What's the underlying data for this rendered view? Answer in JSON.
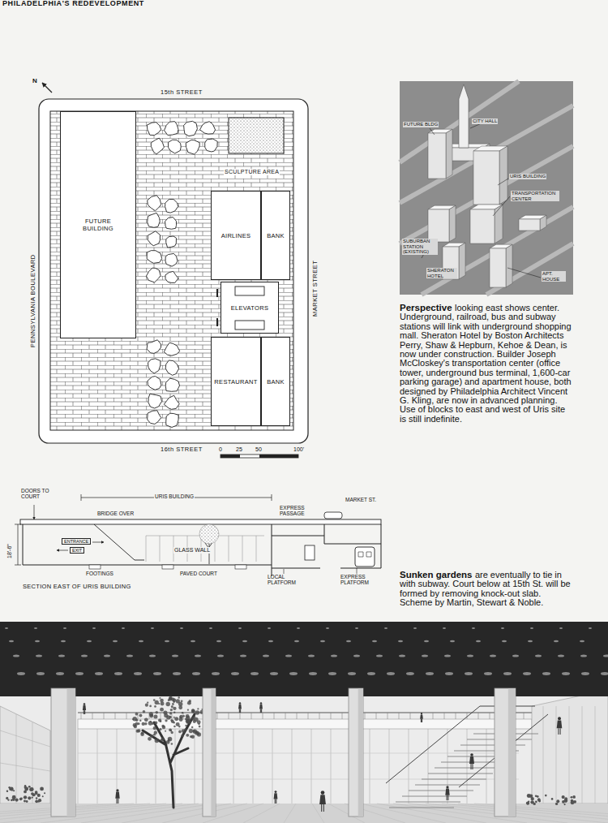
{
  "diagram": {
    "title": "PHILADELPHIA'S REDEVELOPMENT",
    "nodes": [
      {
        "text": [
          "FUTURE BUILDING"
        ]
      },
      {
        "text": [
          "AIRLINES"
        ]
      },
      {
        "text": [
          "BANK"
        ]
      },
      {
        "text": [
          "ELEVATORS"
        ]
      },
      {
        "text": [
          "RESTAURANT"
        ]
      },
      {
        "text": [
          "BANK"
        ]
      }
    ],
    "labels": [
      "N",
      "15th STREET",
      "SCULPTURE AREA",
      "PENNSYLVANIA BOULEVARD",
      "MARKET STREET",
      "16th STREET",
      "0",
      "25",
      "50",
      "100'",
      "FUTURE BLDG",
      "CITY HALL",
      "URIS BUILDING",
      "TRANSPORTATION CENTER",
      "SUBURBAN STATION (EXISTING)",
      "SHERATON HOTEL",
      "APT. HOUSE",
      "Perspective",
      "looking east shows center. Underground, railroad, bus and subway stations will link with underground shopping mall. Sheraton Hotel by Boston Architects Perry, Shaw & Hepburn, Kehoe & Dean, is now under construction. Builder Joseph McCloskey's transportation center (office tower, underground bus terminal, 1,600-car parking garage) and apartment house, both designed by Philadelphia Architect Vincent G. Kling, are now in advanced planning. Use of blocks to east and west of Uris site is still indefinite.",
      "DOORS TO COURT",
      "URIS BUILDING",
      "BRIDGE OVER",
      "ENTRANCE",
      "EXIT",
      "18'-6\"",
      "GLASS WALL",
      "FOOTINGS",
      "PAVED COURT",
      "EXPRESS PASSAGE",
      "MARKET ST.",
      "LOCAL PLATFORM",
      "EXPRESS PLATFORM",
      "SECTION EAST OF URIS BUILDING",
      "Sunken gardens",
      "are eventually to tie in with subway. Court below at 15th St. will be formed by removing knock-out slab. Scheme by Martin, Stewart & Noble."
    ]
  }
}
